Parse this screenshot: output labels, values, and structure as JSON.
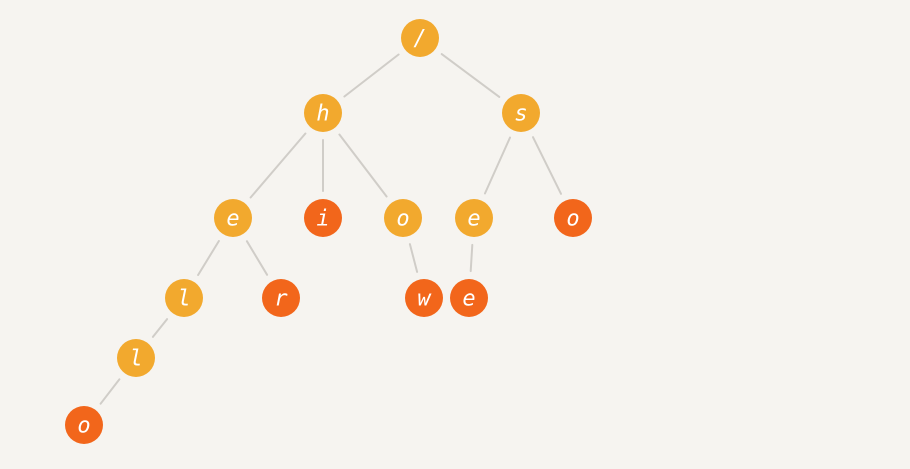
{
  "nodes": [
    {
      "id": "root",
      "label": "/",
      "kind": "inner"
    },
    {
      "id": "h",
      "label": "h",
      "kind": "inner"
    },
    {
      "id": "s",
      "label": "s",
      "kind": "inner"
    },
    {
      "id": "he",
      "label": "e",
      "kind": "inner"
    },
    {
      "id": "hi",
      "label": "i",
      "kind": "terminal"
    },
    {
      "id": "ho",
      "label": "o",
      "kind": "inner"
    },
    {
      "id": "se",
      "label": "e",
      "kind": "inner"
    },
    {
      "id": "so",
      "label": "o",
      "kind": "terminal"
    },
    {
      "id": "hel",
      "label": "l",
      "kind": "inner"
    },
    {
      "id": "her",
      "label": "r",
      "kind": "terminal"
    },
    {
      "id": "how",
      "label": "w",
      "kind": "terminal"
    },
    {
      "id": "see",
      "label": "e",
      "kind": "terminal"
    },
    {
      "id": "hell",
      "label": "l",
      "kind": "inner"
    },
    {
      "id": "hello",
      "label": "o",
      "kind": "terminal"
    }
  ],
  "edges": [
    [
      "root",
      "h"
    ],
    [
      "root",
      "s"
    ],
    [
      "h",
      "he"
    ],
    [
      "h",
      "hi"
    ],
    [
      "h",
      "ho"
    ],
    [
      "s",
      "se"
    ],
    [
      "s",
      "so"
    ],
    [
      "he",
      "hel"
    ],
    [
      "he",
      "her"
    ],
    [
      "ho",
      "how"
    ],
    [
      "se",
      "see"
    ],
    [
      "hel",
      "hell"
    ],
    [
      "hell",
      "hello"
    ]
  ],
  "colors": {
    "inner": "#f2a92e",
    "terminal": "#f2661b",
    "edge": "#d0cdc8",
    "background": "#f6f4f0"
  }
}
